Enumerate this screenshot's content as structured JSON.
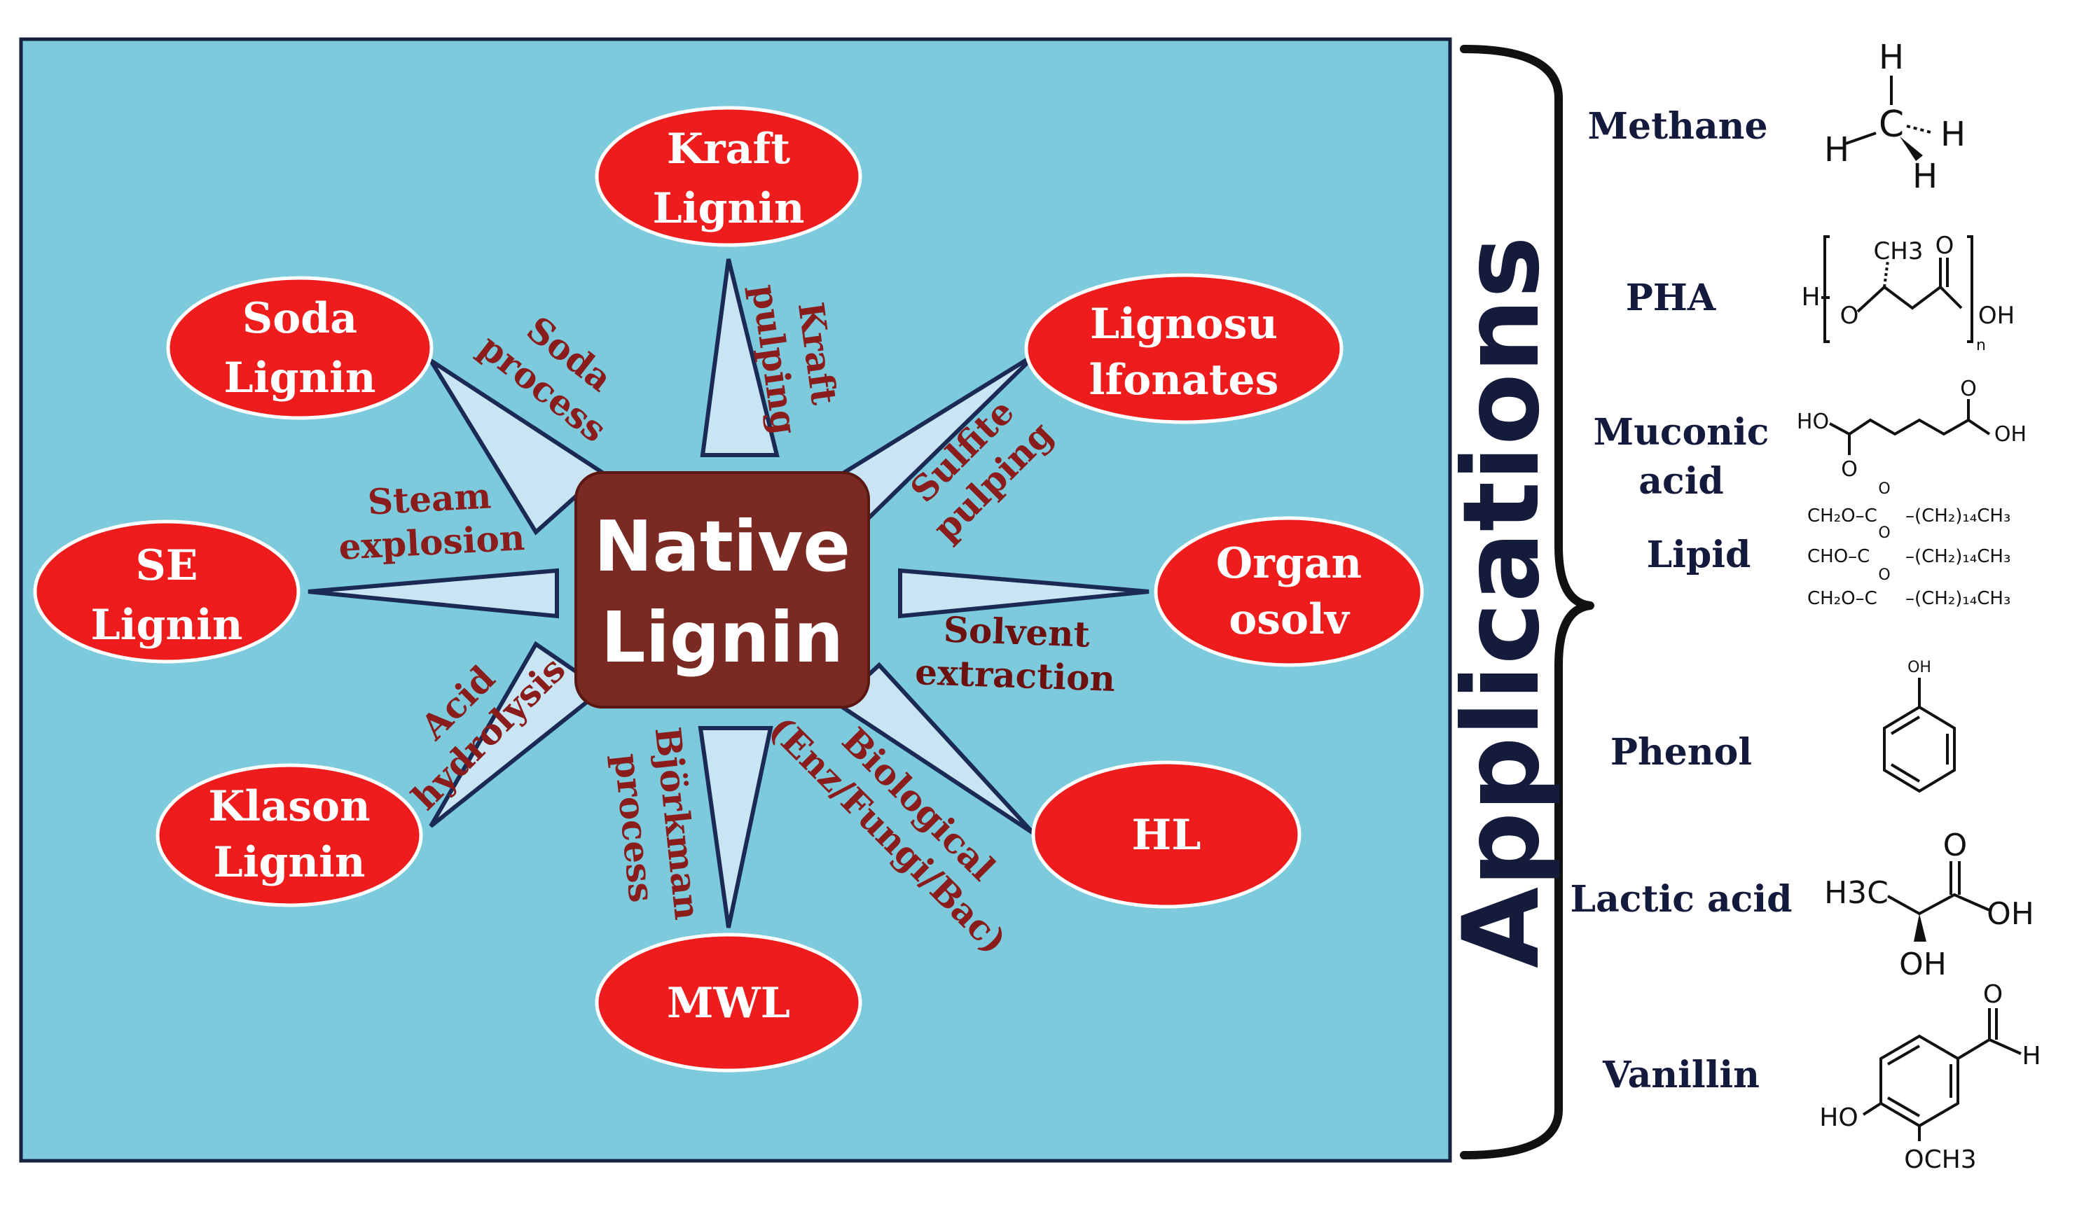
{
  "center": {
    "line1": "Native",
    "line2": "Lignin"
  },
  "nodes": {
    "kraft": {
      "line1": "Kraft",
      "line2": "Lignin"
    },
    "soda": {
      "line1": "Soda",
      "line2": "Lignin"
    },
    "ligno": {
      "line1": "Lignosu",
      "line2": "lfonates"
    },
    "se": {
      "line1": "SE",
      "line2": "Lignin"
    },
    "organ": {
      "line1": "Organ",
      "line2": "osolv"
    },
    "klason": {
      "line1": "Klason",
      "line2": "Lignin"
    },
    "hl": {
      "label": "HL"
    },
    "mwl": {
      "label": "MWL"
    }
  },
  "processes": {
    "kraft": {
      "line1": "Kraft",
      "line2": "pulping"
    },
    "soda": {
      "line1": "Soda",
      "line2": "process"
    },
    "sulfite": {
      "line1": "Sulfite",
      "line2": "pulping"
    },
    "steam": {
      "line1": "Steam",
      "line2": "explosion"
    },
    "solvent": {
      "line1": "Solvent",
      "line2": "extraction"
    },
    "acid": {
      "line1": "Acid",
      "line2": "hydrolysis"
    },
    "bjorkman": {
      "line1": "Björkman",
      "line2": "process"
    },
    "bio": {
      "line1": "Biological",
      "line2": "(Enz/Fungi/Bac)"
    }
  },
  "applications": {
    "title": "Applications",
    "items": [
      {
        "name": "Methane"
      },
      {
        "name": "PHA"
      },
      {
        "name_line1": "Muconic",
        "name_line2": "acid"
      },
      {
        "name": "Lipid"
      },
      {
        "name": "Phenol"
      },
      {
        "name": "Lactic acid"
      },
      {
        "name": "Vanillin"
      }
    ]
  },
  "chem": {
    "methane": {
      "h_top": "H",
      "c": "C",
      "h_left": "H",
      "h_right": "H",
      "h_bottom": "H"
    },
    "pha": {
      "h": "H",
      "o": "O",
      "ch3": "CH3",
      "o_top": "O",
      "oh": "OH",
      "n": "n"
    },
    "muconic": {
      "ho": "HO",
      "oh": "OH",
      "o_left": "O",
      "o_right": "O"
    },
    "lipid": {
      "row1_left": "CH₂O–C",
      "row1_right": "–(CH₂)₁₄CH₃",
      "row2_left": "CHO–C",
      "row2_right": "–(CH₂)₁₄CH₃",
      "row3_left": "CH₂O–C",
      "row3_right": "–(CH₂)₁₄CH₃",
      "o": "O"
    },
    "phenol": {
      "oh": "OH"
    },
    "lactic": {
      "h3c": "H3C",
      "o": "O",
      "oh_right": "OH",
      "oh_bottom": "OH"
    },
    "vanillin": {
      "ho": "HO",
      "och3": "OCH3",
      "h": "H",
      "o": "O"
    }
  },
  "colors": {
    "panel": "#7ccadc",
    "node": "#ee1c1c",
    "center": "#7a2a22",
    "process_text": "#8a1c1c"
  }
}
